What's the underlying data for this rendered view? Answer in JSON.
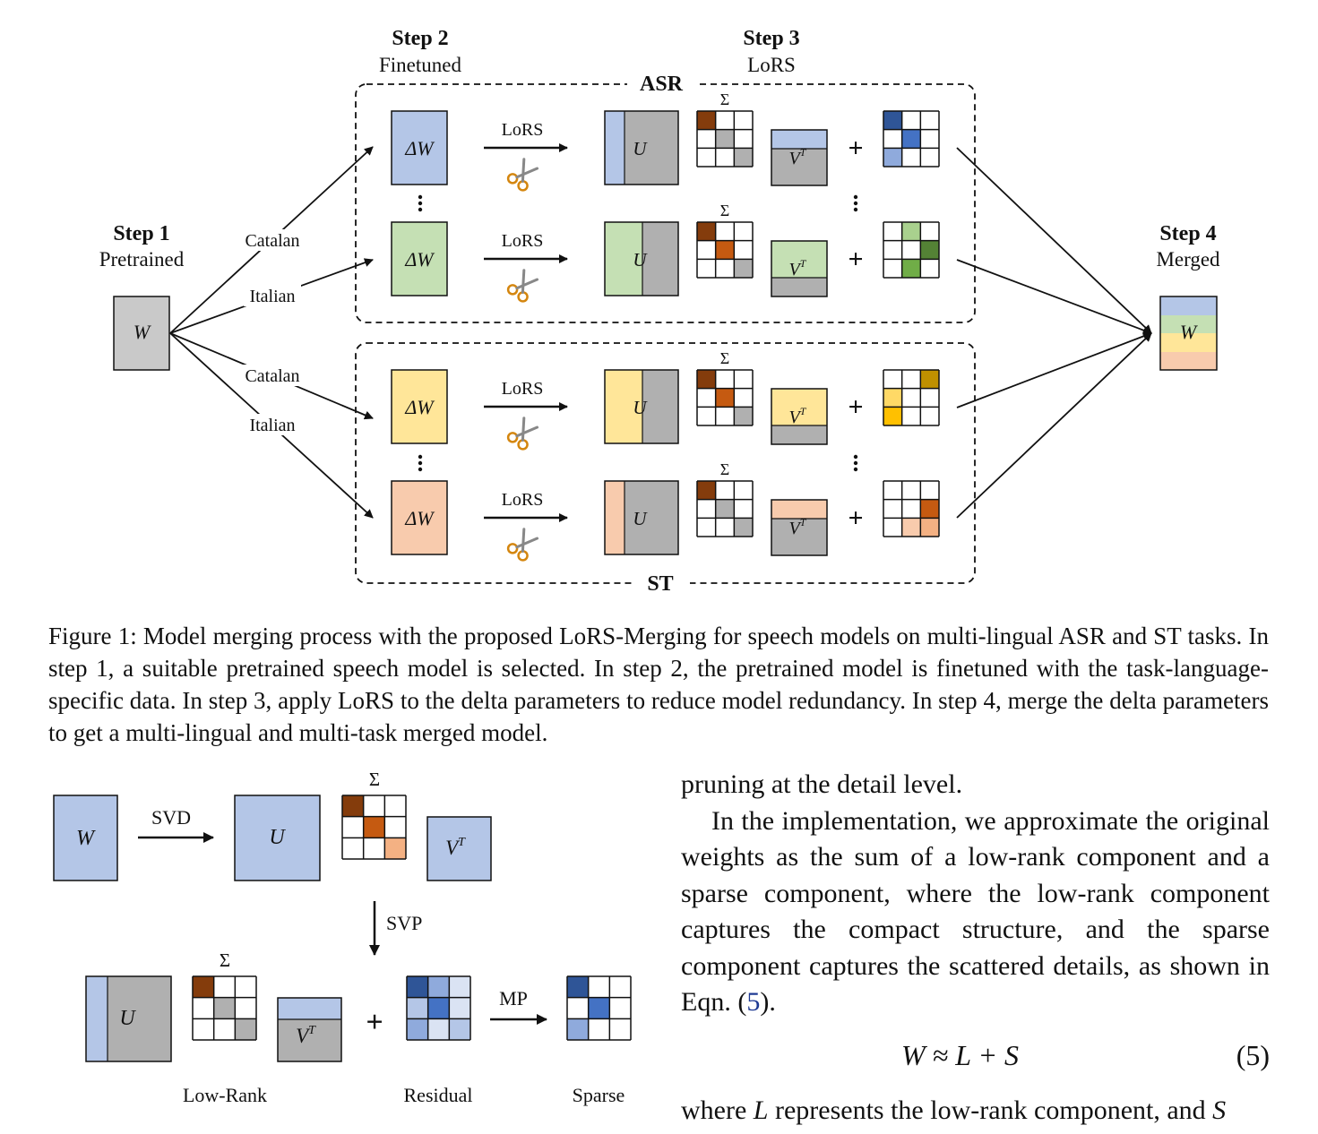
{
  "figure1": {
    "steps": [
      {
        "title": "Step 1",
        "subtitle": "Pretrained"
      },
      {
        "title": "Step 2",
        "subtitle": "Finetuned"
      },
      {
        "title": "Step 3",
        "subtitle": "LoRS"
      },
      {
        "title": "Step 4",
        "subtitle": "Merged"
      }
    ],
    "group_labels": {
      "top": "ASR",
      "bottom": "ST"
    },
    "branch_labels": [
      "Catalan",
      "Italian",
      "Catalan",
      "Italian"
    ],
    "matrix_labels": {
      "w": "W",
      "delta_w": "ΔW",
      "u": "U",
      "sigma": "Σ",
      "vt": "V",
      "vt_sup": "T"
    },
    "operation_label": "LoRS",
    "plus": "+",
    "row_colors": [
      "#b4c6e7",
      "#c5e0b4",
      "#ffe699",
      "#f8cbad"
    ],
    "gray": "#b0b0b0",
    "sigma_colors": {
      "first": "#843c0c",
      "second": "#c55a11",
      "third": "#f4b183"
    },
    "sparse_colors": {
      "asr_1": [
        "#2f5597",
        "#4472c4",
        "#8faadc"
      ],
      "asr_2": [
        "#a9d18e",
        "#548235",
        "#70ad47"
      ],
      "st_1": [
        "#bf9000",
        "#ffd966",
        "#ffc000"
      ],
      "st_2": [
        "#c55a11",
        "#f8cbad",
        "#f4b183"
      ]
    }
  },
  "caption": "Figure 1: Model merging process with the proposed LoRS-Merging for speech models on multi-lingual ASR and ST tasks. In step 1, a suitable pretrained speech model is selected. In step 2, the pretrained model is finetuned with the task-language-specific data. In step 3, apply LoRS to the delta parameters to reduce model redundancy. In step 4, merge the delta parameters to get a multi-lingual and multi-task merged model.",
  "figure2": {
    "svd_label": "SVD",
    "svp_label": "SVP",
    "mp_label": "MP",
    "bottom_labels": [
      "Low-Rank",
      "Residual",
      "Sparse"
    ],
    "residual_colors": [
      "#2f5597",
      "#8faadc",
      "#dae3f3",
      "#b4c6e7",
      "#4472c4"
    ]
  },
  "body": {
    "p1": "pruning at the detail level.",
    "p2_before_ref": "In the implementation, we approximate the original weights as the sum of a low-rank component and a sparse component, where the low-rank component captures the compact structure, and the sparse component captures the scattered details, as shown in Eqn. (",
    "p2_ref": "5",
    "p2_after_ref": ").",
    "equation": "W ≈ L + S",
    "equation_number": "(5)",
    "p3_a": "where ",
    "p3_l": "L",
    "p3_b": " represents the low-rank component, and ",
    "p3_s": "S"
  }
}
